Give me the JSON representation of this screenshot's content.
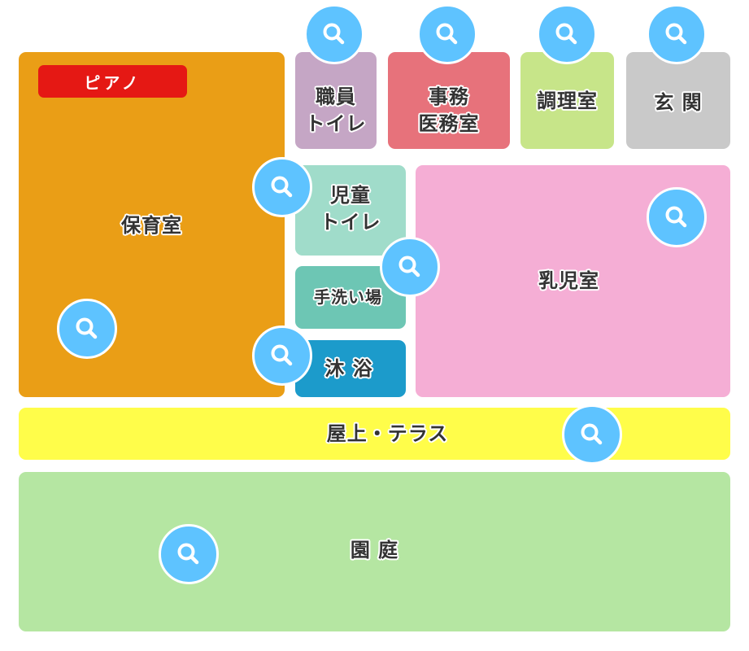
{
  "colors": {
    "pin": "#5ec3ff",
    "piano_badge": "#e51814"
  },
  "piano_badge": {
    "label": "ピアノ"
  },
  "rooms": {
    "hoikushitsu": {
      "label": "保育室",
      "color": "#ea9e16"
    },
    "shokuin_toilet": {
      "label": "職員\nトイレ",
      "color": "#c5a6c5"
    },
    "jimu": {
      "label": "事務\n医務室",
      "color": "#e7727b"
    },
    "chori": {
      "label": "調理室",
      "color": "#c7e589"
    },
    "genkan": {
      "label": "玄 関",
      "color": "#c9c9c9"
    },
    "jido_toilet": {
      "label": "児童\nトイレ",
      "color": "#a0dcca"
    },
    "tearai": {
      "label": "手洗い場",
      "color": "#6dc6b4"
    },
    "mokuyoku": {
      "label": "沐 浴",
      "color": "#1c9bcb"
    },
    "nyuji": {
      "label": "乳児室",
      "color": "#f5aed5"
    },
    "okujo": {
      "label": "屋上・テラス",
      "color": "#fffd4a"
    },
    "entei": {
      "label": "園 庭",
      "color": "#b5e6a2"
    }
  },
  "pins": [
    {
      "target": "shokuin_toilet",
      "icon": "search-icon"
    },
    {
      "target": "jimu",
      "icon": "search-icon"
    },
    {
      "target": "chori",
      "icon": "search-icon"
    },
    {
      "target": "genkan",
      "icon": "search-icon"
    },
    {
      "target": "jido_toilet",
      "icon": "search-icon"
    },
    {
      "target": "tearai",
      "icon": "search-icon"
    },
    {
      "target": "mokuyoku",
      "icon": "search-icon"
    },
    {
      "target": "hoikushitsu",
      "icon": "search-icon"
    },
    {
      "target": "nyuji",
      "icon": "search-icon"
    },
    {
      "target": "okujo",
      "icon": "search-icon"
    },
    {
      "target": "entei",
      "icon": "search-icon"
    }
  ]
}
